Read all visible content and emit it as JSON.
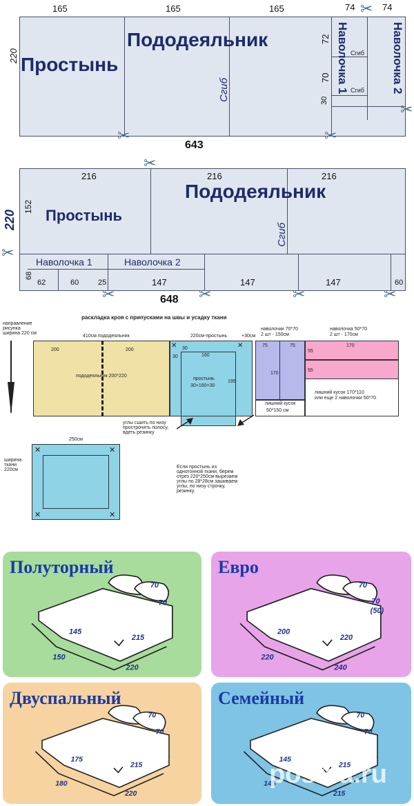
{
  "diagram1": {
    "top_dims": [
      "165",
      "165",
      "165"
    ],
    "pillow_dims": [
      "74",
      "74"
    ],
    "side_height": "220",
    "sheet_label": "Простынь",
    "duvet_label": "Пододеяльник",
    "fold_label": "Сгиб",
    "pillow1_label": "Наволочка 1",
    "pillow2_label": "Наволочка 2",
    "fold_small_1": "Сгиб",
    "fold_small_2": "Сгиб",
    "vert_dims": [
      "72",
      "70",
      "30"
    ],
    "total": "643"
  },
  "diagram2": {
    "top_dims": [
      "216",
      "216",
      "216"
    ],
    "side_height": "220",
    "sheet_height": "152",
    "sheet_label": "Простынь",
    "duvet_label": "Пододеяльник",
    "fold_label": "Сгиб",
    "pillow1_label": "Наволочка 1",
    "pillow2_label": "Наволочка 2",
    "bottom_height": "68",
    "bottom_dims": [
      "62",
      "60",
      "25",
      "147",
      "147",
      "147",
      "60"
    ],
    "total": "648"
  },
  "diagram3": {
    "title": "раскладка кроя с припусками на швы и усадку ткани",
    "direction_note": "направление рисунка ширина 220 см",
    "duvet_top": "410см пододеяльник",
    "sheet_top": "220см-простынь",
    "plus30": "+30см",
    "duvet_dim_left": "200",
    "duvet_dim_right": "200",
    "duvet_label": "пододеяльник 200*220",
    "sheet_30_left": "30",
    "sheet_30_right": "30",
    "sheet_160": "160",
    "sheet_label": "простынь",
    "sheet_formula": "30+160+30",
    "sheet_195": "195",
    "pillows70_title": "наволочки 70*70",
    "pillows70_sub": "2 шт - 150см",
    "p70_a": "75",
    "p70_b": "75",
    "p70_c": "170",
    "extra_piece": "лишний кусок",
    "extra_size": "50*150 см",
    "pillows50_title": "наволочка 50*70",
    "pillows50_sub": "2 шт - 170см",
    "p50_170": "170",
    "p50_55a": "55",
    "p50_55b": "55",
    "extra_piece2": "лишний кусок 170*110",
    "extra_piece2_sub": "или еще 2 наволочки 50*70",
    "corners_note": "углы сшить по низу прострочить полосу, вдеть резинку",
    "width_250": "250см",
    "fabric_width": "ширина ткани 220см",
    "solid_note": "Если простынь из однотонной ткани, берем отрез 220*250см вырезаем углы по 28*28см зашиваем углы, по низу строчку, резинку."
  },
  "sizes": [
    {
      "title": "Полуторный",
      "color": "#a8dc9c",
      "nums": [
        "70",
        "70",
        "145",
        "215",
        "150",
        "220"
      ]
    },
    {
      "title": "Евро",
      "color": "#e8a4e8",
      "nums": [
        "70",
        "70",
        "(50)",
        "200",
        "220",
        "220",
        "240"
      ]
    },
    {
      "title": "Двуспальный",
      "color": "#f6d3a0",
      "nums": [
        "70",
        "70",
        "175",
        "215",
        "180",
        "220"
      ]
    },
    {
      "title": "Семейный",
      "color": "#7fc4e4",
      "nums": [
        "70",
        "70",
        "145",
        "215",
        "145",
        "215"
      ]
    }
  ],
  "watermark": "postila.ru",
  "colors": {
    "fabric": "#dfe6ef",
    "label": "#1d2b6a",
    "duvet": "#f0e2a6",
    "sheet": "#8fd3e6",
    "pillow70": "#b6b9ec",
    "pillow50": "#f7a8cc"
  }
}
